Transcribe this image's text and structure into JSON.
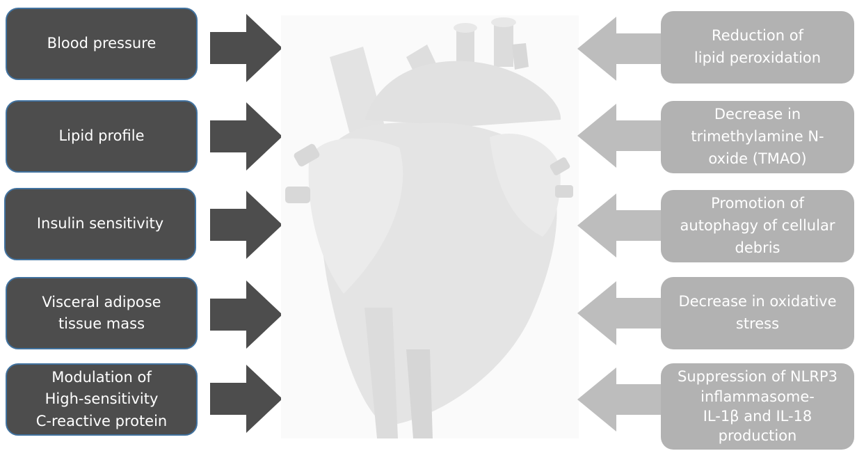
{
  "left_factors": [
    {
      "label": "Blood pressure"
    },
    {
      "label": "Lipid profile"
    },
    {
      "label": "Insulin sensitivity"
    },
    {
      "label": "Visceral adipose\ntissue mass"
    },
    {
      "label": "Modulation of\nHigh-sensitivity\nC-reactive protein"
    }
  ],
  "right_effects": [
    {
      "label": "Reduction of\nlipid peroxidation"
    },
    {
      "label": "Decrease in\ntrimethylamine N-\noxide (TMAO)"
    },
    {
      "label": "Promotion of\nautophagy of cellular\ndebris"
    },
    {
      "label": "Decrease in oxidative\nstress"
    },
    {
      "label": "Suppression of NLRP3\ninflammasome-\nIL-1β  and IL-18\nproduction"
    }
  ],
  "colors": {
    "left_box_fill": "#4d4d4d",
    "left_box_border": "#41729f",
    "left_arrow": "#4d4d4d",
    "right_box_fill": "#b2b2b2",
    "right_arrow": "#bdbdbd",
    "heart": "#e6e6e6"
  },
  "icons": {
    "center": "heart-icon"
  }
}
